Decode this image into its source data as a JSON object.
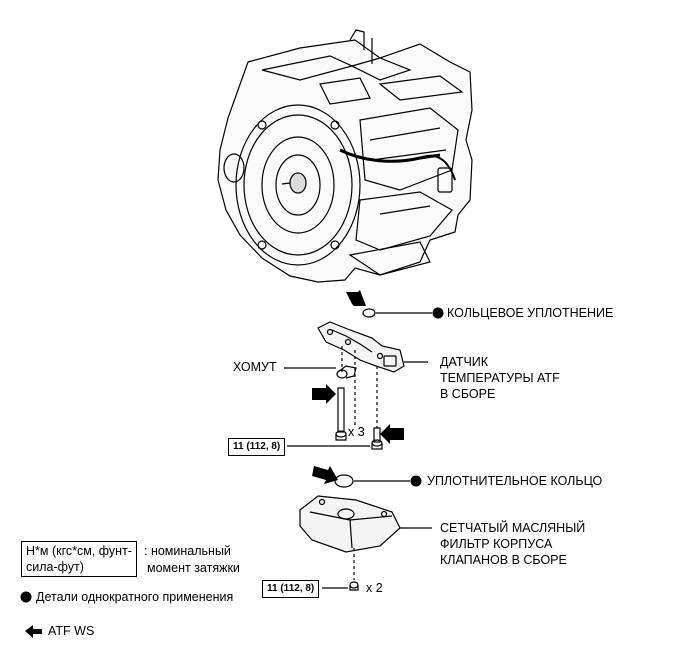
{
  "labels": {
    "o_ring": "КОЛЬЦЕВОЕ УПЛОТНЕНИЕ",
    "clamp": "ХОМУТ",
    "sensor": [
      "ДАТЧИК",
      "ТЕМПЕРАТУРЫ ATF",
      "В СБОРЕ"
    ],
    "gasket": "УПЛОТНИТЕЛЬНОЕ КОЛЬЦО",
    "strainer": [
      "СЕТЧАТЫЙ МАСЛЯНЫЙ",
      "ФИЛЬТР КОРПУСА",
      "КЛАПАНОВ В СБОРЕ"
    ],
    "qty_3": "x 3",
    "qty_2": "x 2"
  },
  "torque": {
    "value_1": "11 (112, 8)",
    "value_2": "11 (112, 8)"
  },
  "legend": {
    "torque_unit": [
      "Н*м (кгс*см, фунт-",
      "сила-фут)"
    ],
    "torque_desc": [
      ": номинальный",
      "момент затяжки"
    ],
    "non_reusable": "Детали однократного применения",
    "atf_ws": "ATF WS"
  }
}
